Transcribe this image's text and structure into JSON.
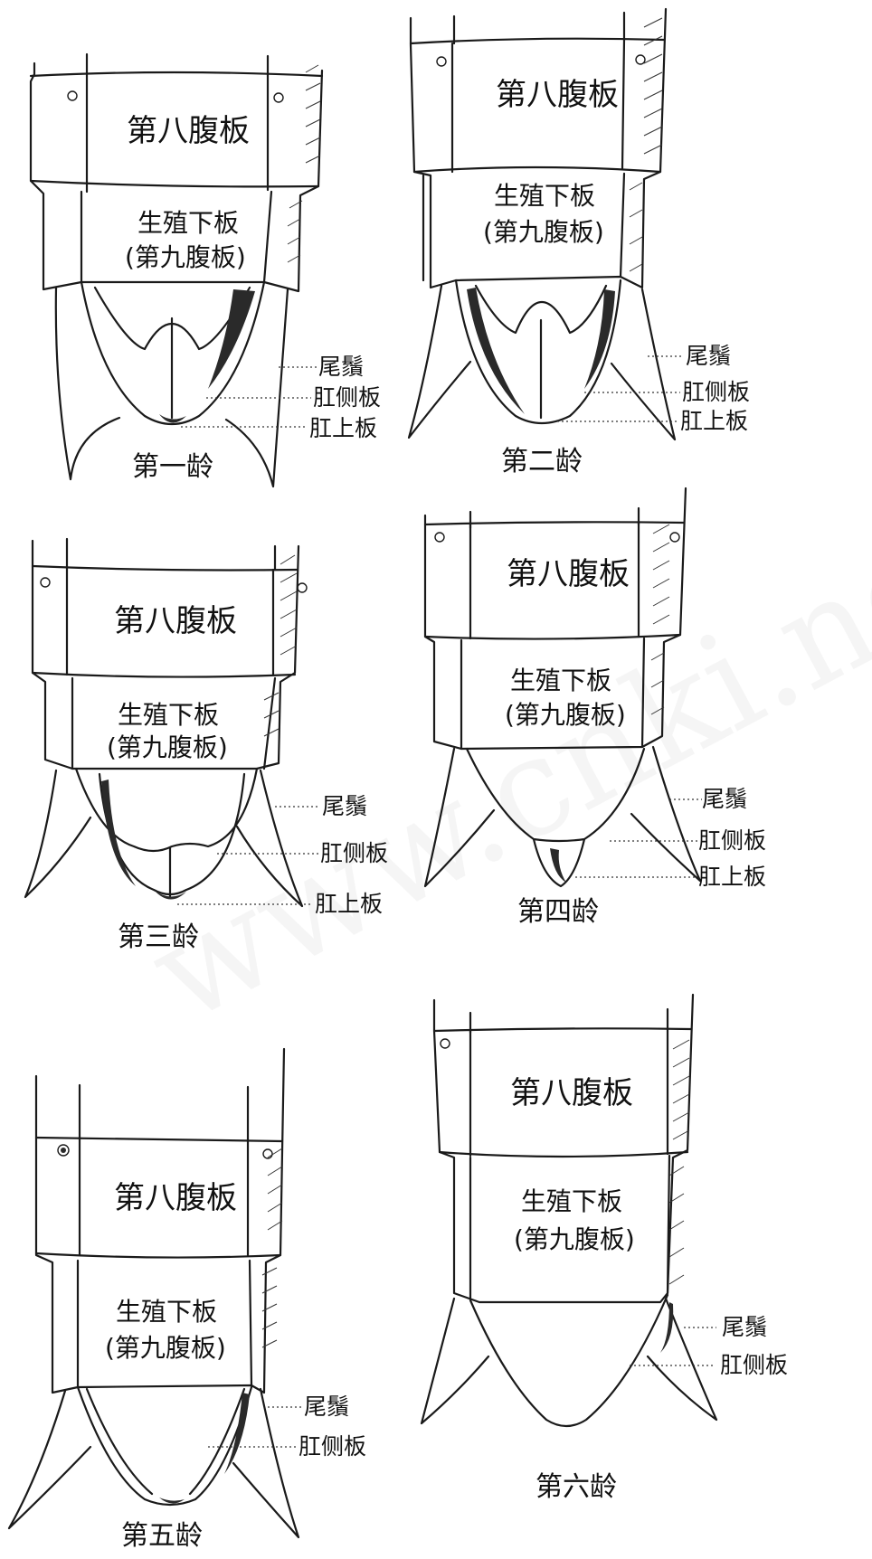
{
  "figures": [
    {
      "stage": "第一龄",
      "plate8": "第八腹板",
      "plate9_line1": "生殖下板",
      "plate9_line2": "(第九腹板)",
      "labels": [
        "尾鬚",
        "肛侧板",
        "肛上板"
      ]
    },
    {
      "stage": "第二龄",
      "plate8": "第八腹板",
      "plate9_line1": "生殖下板",
      "plate9_line2": "(第九腹板)",
      "labels": [
        "尾鬚",
        "肛侧板",
        "肛上板"
      ]
    },
    {
      "stage": "第三龄",
      "plate8": "第八腹板",
      "plate9_line1": "生殖下板",
      "plate9_line2": "(第九腹板)",
      "labels": [
        "尾鬚",
        "肛侧板",
        "肛上板"
      ]
    },
    {
      "stage": "第四龄",
      "plate8": "第八腹板",
      "plate9_line1": "生殖下板",
      "plate9_line2": "(第九腹板)",
      "labels": [
        "尾鬚",
        "肛侧板",
        "肛上板"
      ]
    },
    {
      "stage": "第五龄",
      "plate8": "第八腹板",
      "plate9_line1": "生殖下板",
      "plate9_line2": "(第九腹板)",
      "labels": [
        "尾鬚",
        "肛侧板"
      ]
    },
    {
      "stage": "第六龄",
      "plate8": "第八腹板",
      "plate9_line1": "生殖下板",
      "plate9_line2": "(第九腹板)",
      "labels": [
        "尾鬚",
        "肛侧板"
      ]
    }
  ],
  "watermark": "www.cnki.net"
}
